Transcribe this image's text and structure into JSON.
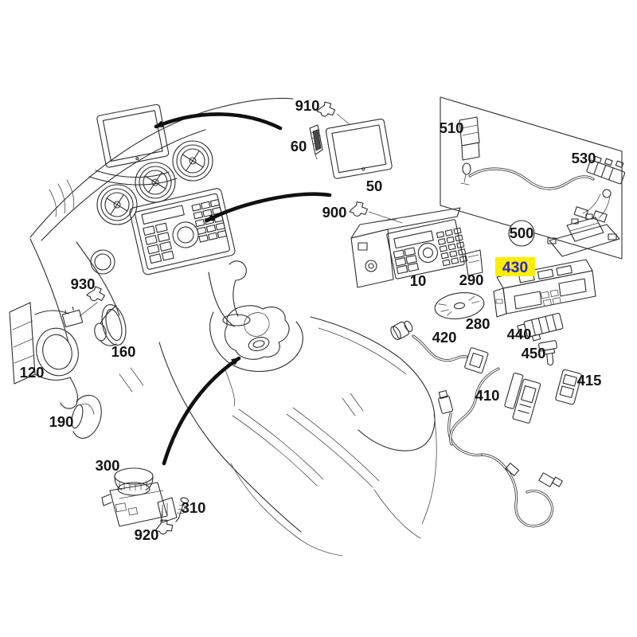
{
  "diagram": {
    "type": "exploded-parts-diagram",
    "background": "#ffffff",
    "colors": {
      "ink": "#2e2e2e",
      "label": "#141414",
      "highlight_bg": "#ffee00",
      "highlight_text": "#2a28cd",
      "arrow": "#101010"
    },
    "highlighted_part": "430",
    "circled_part": "500",
    "parts": [
      {
        "number": "910"
      },
      {
        "number": "60"
      },
      {
        "number": "50"
      },
      {
        "number": "900"
      },
      {
        "number": "510"
      },
      {
        "number": "530"
      },
      {
        "number": "500"
      },
      {
        "number": "10"
      },
      {
        "number": "290"
      },
      {
        "number": "430"
      },
      {
        "number": "280"
      },
      {
        "number": "420"
      },
      {
        "number": "440"
      },
      {
        "number": "450"
      },
      {
        "number": "415"
      },
      {
        "number": "410"
      },
      {
        "number": "930"
      },
      {
        "number": "160"
      },
      {
        "number": "120"
      },
      {
        "number": "190"
      },
      {
        "number": "300"
      },
      {
        "number": "310"
      },
      {
        "number": "920"
      }
    ]
  }
}
